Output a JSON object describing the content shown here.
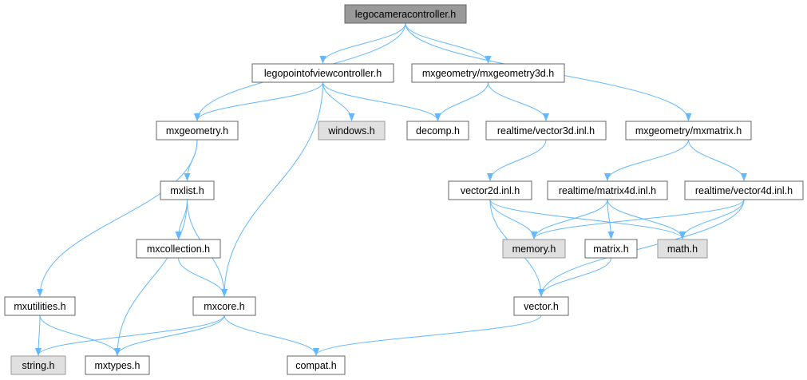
{
  "title": "legocameracontroller.h include dependency graph",
  "colors": {
    "edge": "#63b8ff",
    "root_fill": "#999999",
    "external_fill": "#e0e0e0",
    "node_fill": "#ffffff",
    "border": "#666666"
  },
  "nodes": [
    {
      "id": "root",
      "label": "legocameracontroller.h",
      "kind": "root"
    },
    {
      "id": "lpov",
      "label": "legopointofviewcontroller.h",
      "kind": "normal"
    },
    {
      "id": "mxg3d",
      "label": "mxgeometry/mxgeometry3d.h",
      "kind": "normal"
    },
    {
      "id": "mxgeom",
      "label": "mxgeometry.h",
      "kind": "normal"
    },
    {
      "id": "windows",
      "label": "windows.h",
      "kind": "external"
    },
    {
      "id": "decomp",
      "label": "decomp.h",
      "kind": "normal"
    },
    {
      "id": "v3dinl",
      "label": "realtime/vector3d.inl.h",
      "kind": "normal"
    },
    {
      "id": "mxmatrix",
      "label": "mxgeometry/mxmatrix.h",
      "kind": "normal"
    },
    {
      "id": "mxlist",
      "label": "mxlist.h",
      "kind": "normal"
    },
    {
      "id": "v2dinl",
      "label": "vector2d.inl.h",
      "kind": "normal"
    },
    {
      "id": "m4dinl",
      "label": "realtime/matrix4d.inl.h",
      "kind": "normal"
    },
    {
      "id": "v4dinl",
      "label": "realtime/vector4d.inl.h",
      "kind": "normal"
    },
    {
      "id": "mxcoll",
      "label": "mxcollection.h",
      "kind": "normal"
    },
    {
      "id": "memory",
      "label": "memory.h",
      "kind": "external"
    },
    {
      "id": "matrix",
      "label": "matrix.h",
      "kind": "normal"
    },
    {
      "id": "math",
      "label": "math.h",
      "kind": "external"
    },
    {
      "id": "mxutil",
      "label": "mxutilities.h",
      "kind": "normal"
    },
    {
      "id": "mxcore",
      "label": "mxcore.h",
      "kind": "normal"
    },
    {
      "id": "vector",
      "label": "vector.h",
      "kind": "normal"
    },
    {
      "id": "string",
      "label": "string.h",
      "kind": "external"
    },
    {
      "id": "mxtypes",
      "label": "mxtypes.h",
      "kind": "normal"
    },
    {
      "id": "compat",
      "label": "compat.h",
      "kind": "normal"
    }
  ],
  "edges": [
    {
      "from": "root",
      "to": "lpov"
    },
    {
      "from": "root",
      "to": "mxg3d"
    },
    {
      "from": "root",
      "to": "mxgeom"
    },
    {
      "from": "root",
      "to": "mxmatrix"
    },
    {
      "from": "lpov",
      "to": "mxgeom"
    },
    {
      "from": "lpov",
      "to": "windows"
    },
    {
      "from": "lpov",
      "to": "decomp"
    },
    {
      "from": "lpov",
      "to": "mxcore"
    },
    {
      "from": "mxg3d",
      "to": "decomp"
    },
    {
      "from": "mxg3d",
      "to": "v3dinl"
    },
    {
      "from": "mxgeom",
      "to": "mxlist"
    },
    {
      "from": "mxgeom",
      "to": "mxutil"
    },
    {
      "from": "v3dinl",
      "to": "v2dinl"
    },
    {
      "from": "mxmatrix",
      "to": "m4dinl"
    },
    {
      "from": "mxmatrix",
      "to": "v4dinl"
    },
    {
      "from": "mxlist",
      "to": "mxcoll"
    },
    {
      "from": "mxlist",
      "to": "mxcore"
    },
    {
      "from": "mxlist",
      "to": "mxtypes"
    },
    {
      "from": "v2dinl",
      "to": "memory"
    },
    {
      "from": "v2dinl",
      "to": "math"
    },
    {
      "from": "v2dinl",
      "to": "vector"
    },
    {
      "from": "m4dinl",
      "to": "memory"
    },
    {
      "from": "m4dinl",
      "to": "matrix"
    },
    {
      "from": "m4dinl",
      "to": "math"
    },
    {
      "from": "v4dinl",
      "to": "memory"
    },
    {
      "from": "v4dinl",
      "to": "math"
    },
    {
      "from": "v4dinl",
      "to": "vector"
    },
    {
      "from": "mxcoll",
      "to": "mxcore"
    },
    {
      "from": "matrix",
      "to": "vector"
    },
    {
      "from": "mxutil",
      "to": "string"
    },
    {
      "from": "mxutil",
      "to": "mxtypes"
    },
    {
      "from": "mxcore",
      "to": "string"
    },
    {
      "from": "mxcore",
      "to": "mxtypes"
    },
    {
      "from": "mxcore",
      "to": "compat"
    },
    {
      "from": "vector",
      "to": "compat"
    }
  ]
}
